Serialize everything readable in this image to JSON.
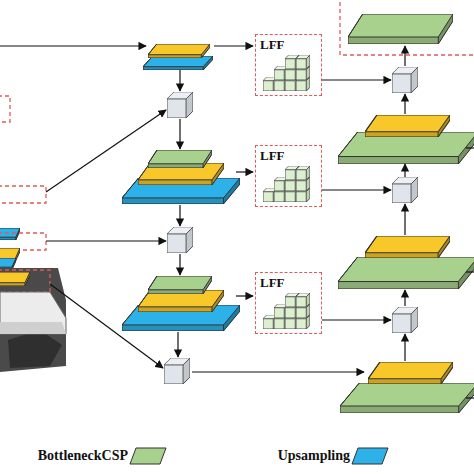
{
  "diagram": {
    "nodes": [
      {
        "text": [
          "LFF"
        ]
      },
      {
        "text": [
          "LFF"
        ]
      },
      {
        "text": [
          "LFF"
        ]
      }
    ],
    "legend": [
      {
        "text": "BottleneckCSP",
        "color": "#a9d18e"
      },
      {
        "text": "Upsampling",
        "color": "#2cb2e8"
      }
    ]
  }
}
